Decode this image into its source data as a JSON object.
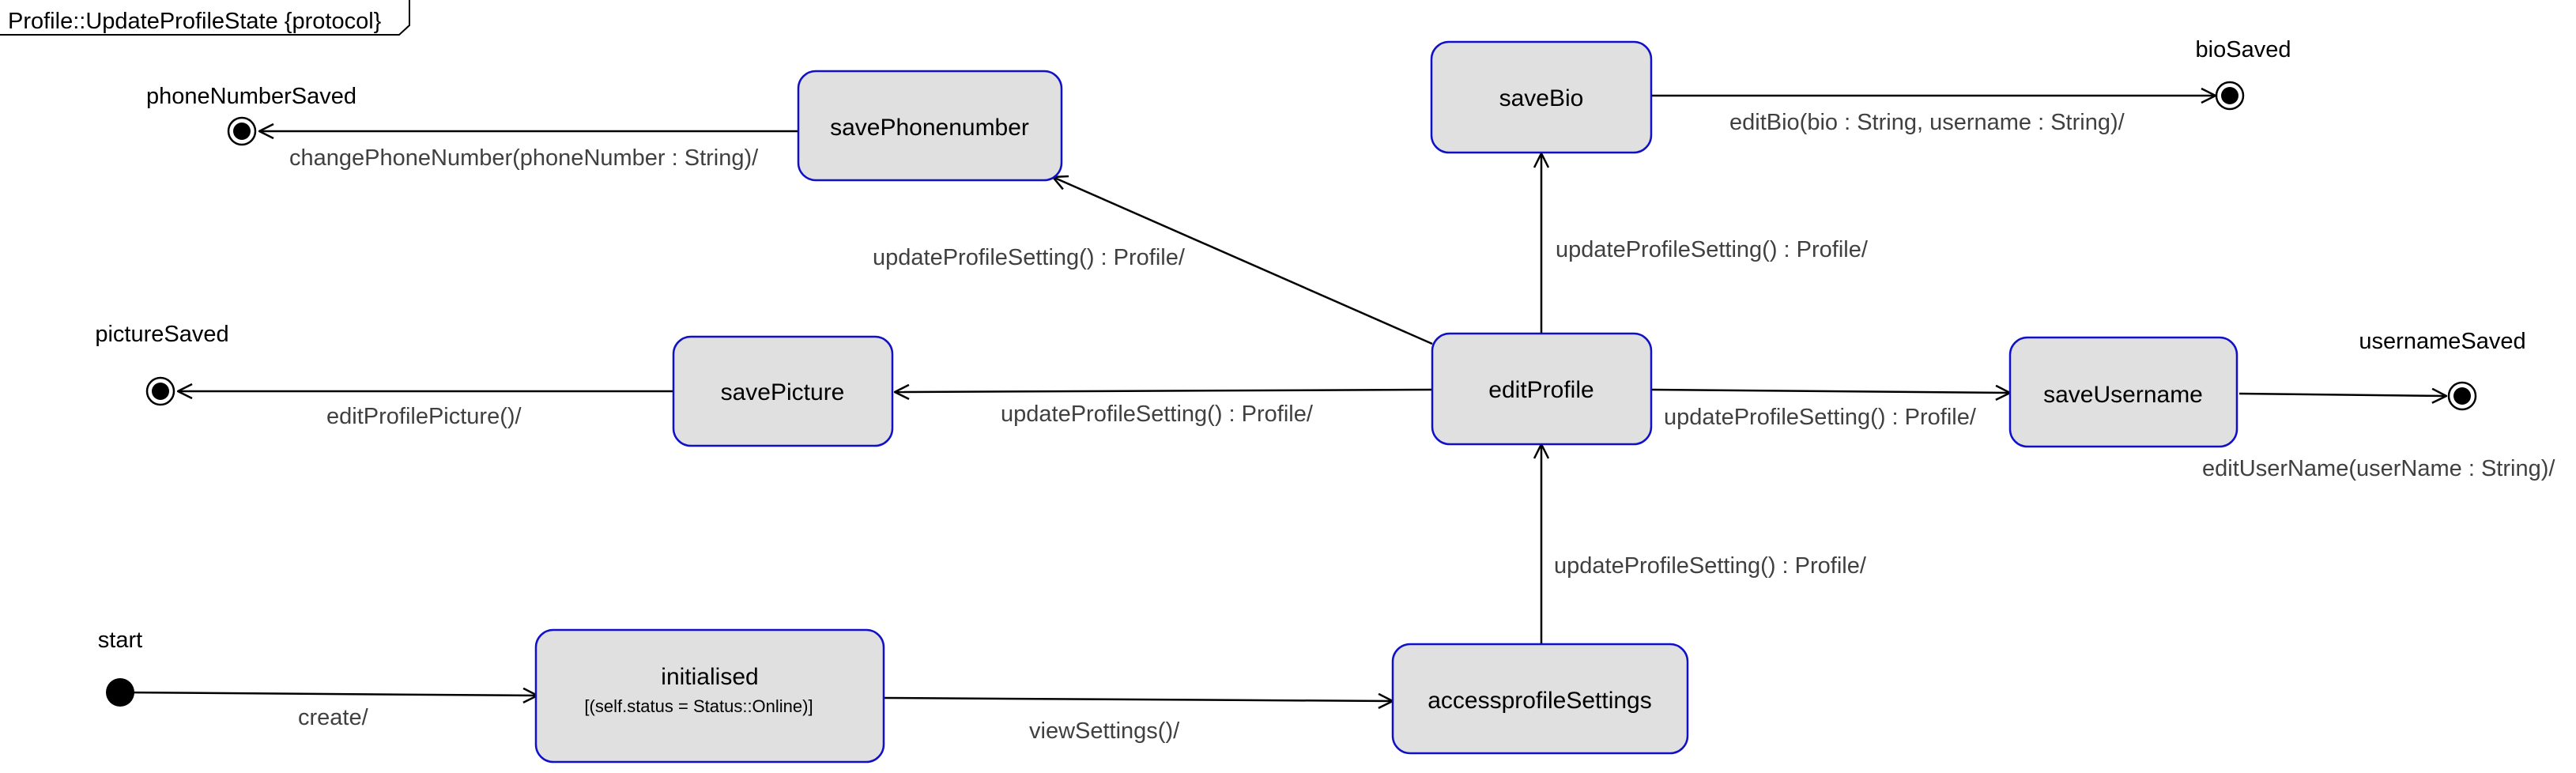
{
  "frame": {
    "title": "Profile::UpdateProfileState {protocol}"
  },
  "start": {
    "label": "start"
  },
  "states": {
    "initialised": {
      "name": "initialised",
      "guard": "[(self.status = Status::Online)]"
    },
    "accessprofileSettings": {
      "name": "accessprofileSettings"
    },
    "editProfile": {
      "name": "editProfile"
    },
    "savePhonenumber": {
      "name": "savePhonenumber"
    },
    "saveBio": {
      "name": "saveBio"
    },
    "savePicture": {
      "name": "savePicture"
    },
    "saveUsername": {
      "name": "saveUsername"
    }
  },
  "finals": {
    "phoneNumberSaved": "phoneNumberSaved",
    "bioSaved": "bioSaved",
    "pictureSaved": "pictureSaved",
    "usernameSaved": "usernameSaved"
  },
  "transitions": {
    "create": "create/",
    "viewSettings": "viewSettings()/",
    "access_to_edit": "updateProfileSetting() : Profile/",
    "edit_to_phone": "updateProfileSetting() : Profile/",
    "edit_to_bio": "updateProfileSetting() : Profile/",
    "edit_to_picture": "updateProfileSetting() : Profile/",
    "edit_to_username": "updateProfileSetting() : Profile/",
    "phone_to_final": "changePhoneNumber(phoneNumber : String)/",
    "bio_to_final": "editBio(bio : String, username : String)/",
    "picture_to_final": "editProfilePicture()/",
    "username_to_final": "editUserName(userName : String)/"
  }
}
